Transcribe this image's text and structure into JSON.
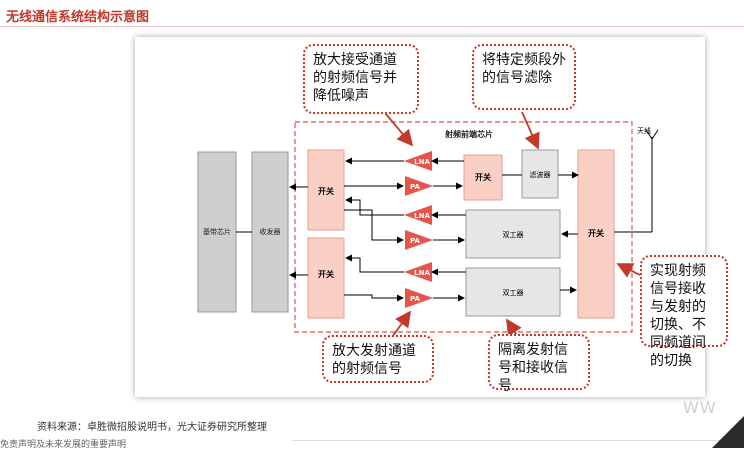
{
  "title": "无线通信系统结构示意图",
  "diagram": {
    "chip_label": "射频前端芯片",
    "antenna_label": "天线",
    "baseband_label": "基带芯片",
    "transceiver_label": "收发器",
    "switch_label": "开关",
    "filter_label": "滤波器",
    "duplexer_label": "双工器",
    "lna_label": "LNA",
    "pa_label": "PA",
    "accent_color": "#e8534a",
    "box_fill": "#f9d0c3"
  },
  "callouts": {
    "lna_note": "放大接受通道的射频信号并降低噪声",
    "filter_note": "将特定频段外的信号滤除",
    "switch_note": "实现射频信号接收与发射的切换、不同频道间的切换",
    "pa_note": "放大发射通道的射频信号",
    "duplexer_note": "隔离发射信号和接收信号"
  },
  "source": "资料来源：卓胜微招股说明书，光大证券研究所整理",
  "footer": "免责声明及未来发展的重要声明",
  "watermark": "WW"
}
